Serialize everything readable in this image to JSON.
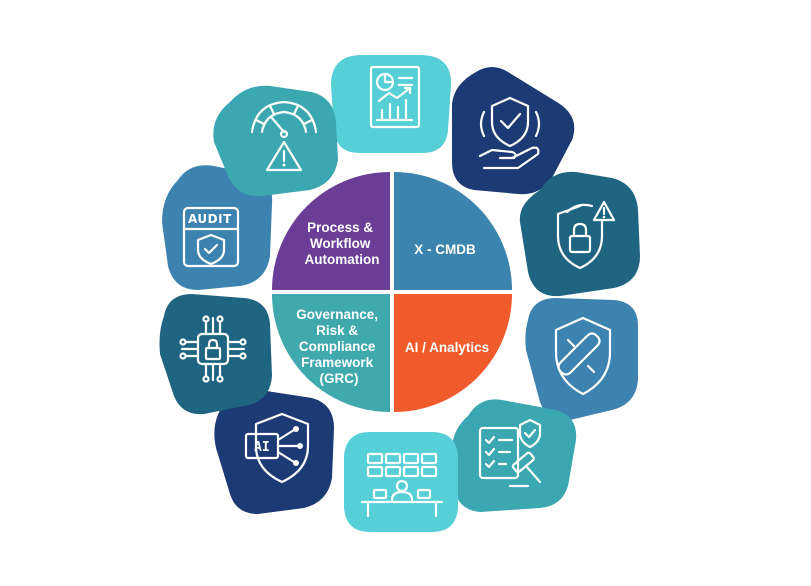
{
  "colors": {
    "purple": "#6a3d96",
    "blue": "#3a84ad",
    "teal": "#3fa9ae",
    "orange": "#f15a2b",
    "navy": "#1c3a73",
    "light_cyan": "#56cfd6",
    "mid_teal": "#3aa7b1",
    "steel_blue": "#3c83b0",
    "dark_teal": "#1f6582"
  },
  "quadrants": [
    {
      "id": "process",
      "color": "purple",
      "lines": [
        "Process &",
        "Workflow",
        "Automation"
      ]
    },
    {
      "id": "cmdb",
      "color": "blue",
      "lines": [
        "X - CMDB"
      ]
    },
    {
      "id": "grc",
      "color": "teal",
      "lines": [
        "Governance,",
        "Risk &",
        "Compliance",
        "Framework",
        "(GRC)"
      ]
    },
    {
      "id": "ai",
      "color": "orange",
      "lines": [
        "AI / Analytics"
      ]
    }
  ],
  "outer_tiles": [
    {
      "id": "report",
      "icon": "report-chart-icon",
      "color": "light_cyan"
    },
    {
      "id": "shield-hand",
      "icon": "shield-hand-icon",
      "color": "navy"
    },
    {
      "id": "alert-lock",
      "icon": "shield-lock-alert-icon",
      "color": "dark_teal"
    },
    {
      "id": "patch-shield",
      "icon": "patched-shield-icon",
      "color": "steel_blue"
    },
    {
      "id": "compliance",
      "icon": "checklist-gavel-icon",
      "color": "mid_teal"
    },
    {
      "id": "monitoring",
      "icon": "monitoring-desk-icon",
      "color": "light_cyan"
    },
    {
      "id": "ai-shield",
      "icon": "ai-shield-icon",
      "color": "navy"
    },
    {
      "id": "chip-lock",
      "icon": "circuit-lock-icon",
      "color": "dark_teal"
    },
    {
      "id": "audit",
      "icon": "audit-shield-icon",
      "color": "steel_blue"
    },
    {
      "id": "risk-gauge",
      "icon": "risk-gauge-icon",
      "color": "mid_teal"
    }
  ],
  "audit_text": "AUDIT",
  "ai_text": "AI"
}
